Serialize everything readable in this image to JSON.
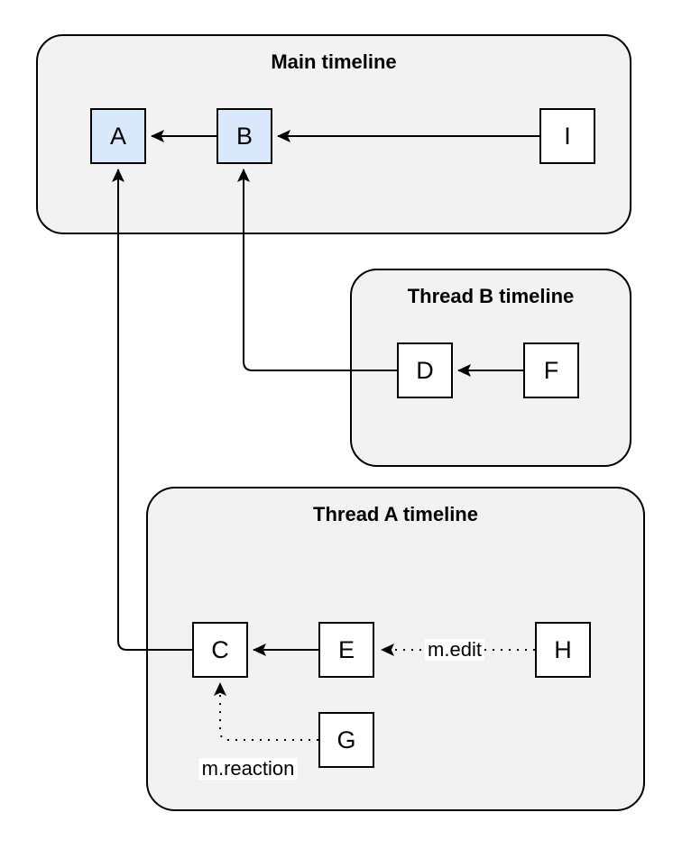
{
  "diagram": {
    "colors": {
      "background": "#ffffff",
      "container_fill": "#f2f2f2",
      "container_border": "#000000",
      "node_fill_default": "#ffffff",
      "node_fill_highlight": "#dae8fc",
      "node_border": "#000000",
      "arrow": "#000000",
      "label_text": "#000000"
    },
    "containers": [
      {
        "id": "main",
        "title": "Main timeline"
      },
      {
        "id": "thread-b",
        "title": "Thread B timeline"
      },
      {
        "id": "thread-a",
        "title": "Thread A timeline"
      }
    ],
    "nodes": [
      {
        "id": "A",
        "label": "A",
        "container": "main",
        "highlighted": true
      },
      {
        "id": "B",
        "label": "B",
        "container": "main",
        "highlighted": true
      },
      {
        "id": "I",
        "label": "I",
        "container": "main",
        "highlighted": false
      },
      {
        "id": "D",
        "label": "D",
        "container": "thread-b",
        "highlighted": false
      },
      {
        "id": "F",
        "label": "F",
        "container": "thread-b",
        "highlighted": false
      },
      {
        "id": "C",
        "label": "C",
        "container": "thread-a",
        "highlighted": false
      },
      {
        "id": "E",
        "label": "E",
        "container": "thread-a",
        "highlighted": false
      },
      {
        "id": "H",
        "label": "H",
        "container": "thread-a",
        "highlighted": false
      },
      {
        "id": "G",
        "label": "G",
        "container": "thread-a",
        "highlighted": false
      }
    ],
    "edges": [
      {
        "from": "B",
        "to": "A",
        "style": "solid",
        "label": ""
      },
      {
        "from": "I",
        "to": "B",
        "style": "solid",
        "label": ""
      },
      {
        "from": "F",
        "to": "D",
        "style": "solid",
        "label": ""
      },
      {
        "from": "D",
        "to": "B",
        "style": "solid",
        "label": ""
      },
      {
        "from": "E",
        "to": "C",
        "style": "solid",
        "label": ""
      },
      {
        "from": "C",
        "to": "A",
        "style": "solid",
        "label": ""
      },
      {
        "from": "H",
        "to": "E",
        "style": "dotted",
        "label": "m.edit"
      },
      {
        "from": "G",
        "to": "C",
        "style": "dotted",
        "label": "m.reaction"
      }
    ]
  }
}
